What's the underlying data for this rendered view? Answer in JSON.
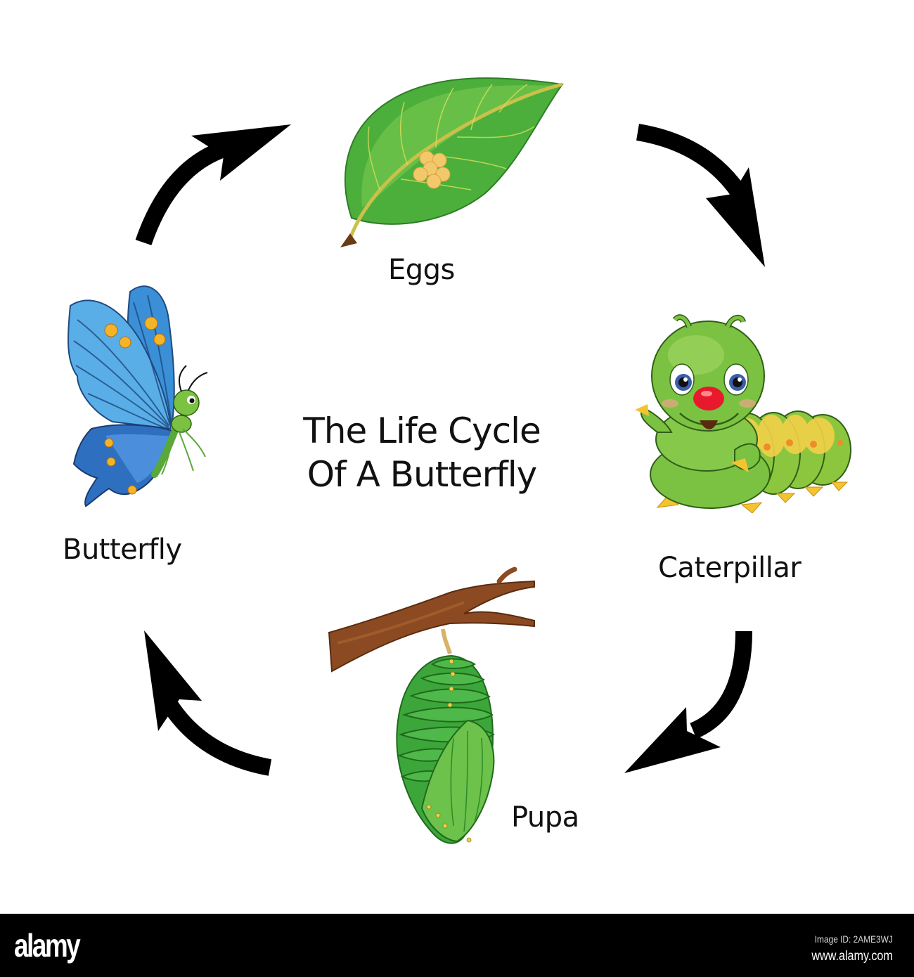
{
  "diagram": {
    "title_line1": "The Life Cycle",
    "title_line2": "Of A Butterfly",
    "type": "cycle",
    "direction": "clockwise",
    "stages": [
      {
        "id": "eggs",
        "label": "Eggs",
        "position": "top",
        "illustration": "leaf-with-eggs"
      },
      {
        "id": "caterpillar",
        "label": "Caterpillar",
        "position": "right",
        "illustration": "cartoon-caterpillar"
      },
      {
        "id": "pupa",
        "label": "Pupa",
        "position": "bottom",
        "illustration": "chrysalis-on-branch"
      },
      {
        "id": "butterfly",
        "label": "Butterfly",
        "position": "left",
        "illustration": "blue-butterfly"
      }
    ],
    "arrows": [
      {
        "from": "eggs",
        "to": "caterpillar"
      },
      {
        "from": "caterpillar",
        "to": "pupa"
      },
      {
        "from": "pupa",
        "to": "butterfly"
      },
      {
        "from": "butterfly",
        "to": "eggs"
      }
    ],
    "colors": {
      "arrow": "#000000",
      "leaf": "#4caf3c",
      "eggs": "#f2c86a",
      "caterpillar": "#7cc242",
      "pupa": "#3da63a",
      "branch": "#8b4a22",
      "butterfly_wing": "#3a8fd6",
      "text": "#111111"
    }
  },
  "footer": {
    "brand": "alamy",
    "image_id": "Image ID: 2AME3WJ",
    "url": "www.alamy.com"
  }
}
